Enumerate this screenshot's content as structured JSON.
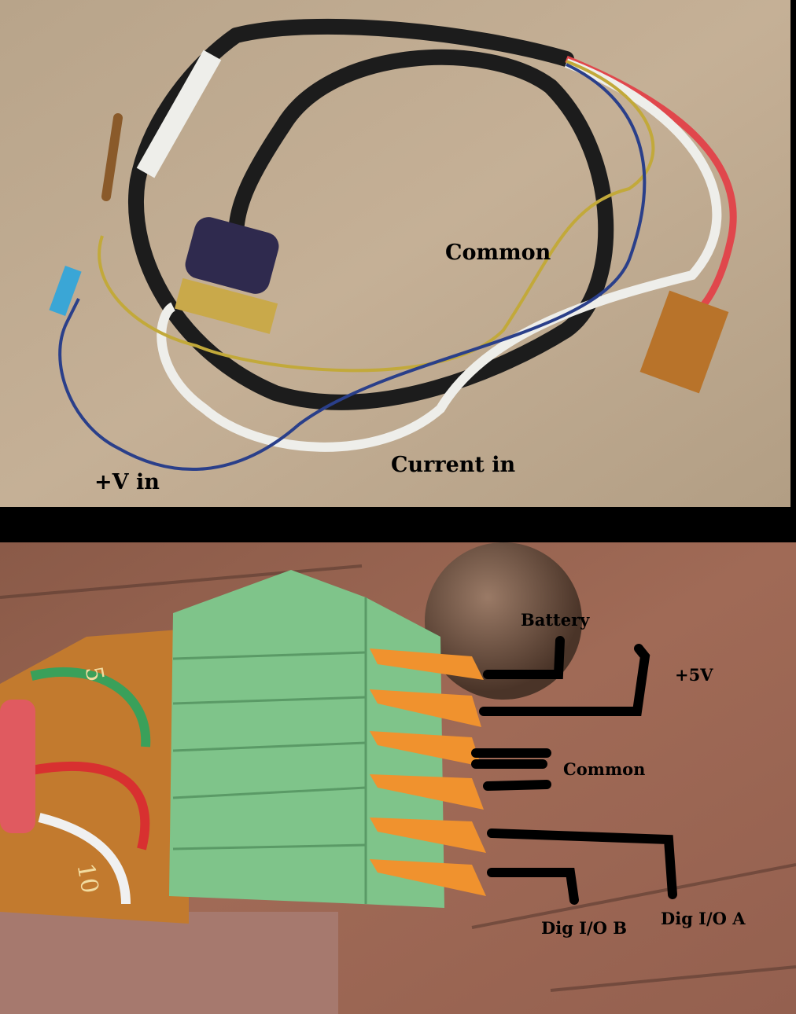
{
  "top_photo": {
    "labels": {
      "common": "Common",
      "current_in": "Current in",
      "v_in": "+V in"
    }
  },
  "bottom_photo": {
    "labels": {
      "battery": "Battery",
      "plus_5v": "+5V",
      "common": "Common",
      "dig_io_a": "Dig I/O A",
      "dig_io_b": "Dig I/O B"
    },
    "board_numbers": [
      "5",
      "10"
    ]
  }
}
